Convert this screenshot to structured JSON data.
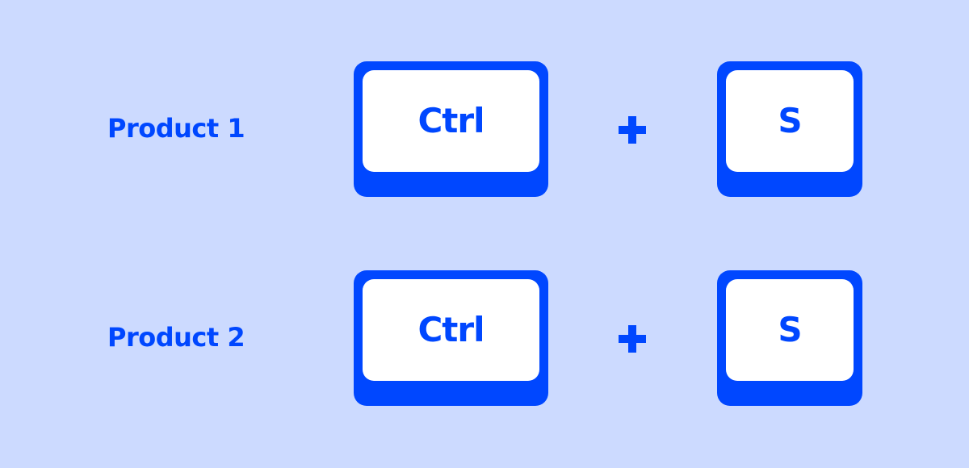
{
  "rows": [
    {
      "label": "Product 1",
      "keys": [
        "Ctrl",
        "S"
      ],
      "separator": "+"
    },
    {
      "label": "Product 2",
      "keys": [
        "Ctrl",
        "S"
      ],
      "separator": "+"
    }
  ],
  "colors": {
    "background": "#ccdaff",
    "accent": "#0047ff",
    "keycap": "#ffffff"
  }
}
